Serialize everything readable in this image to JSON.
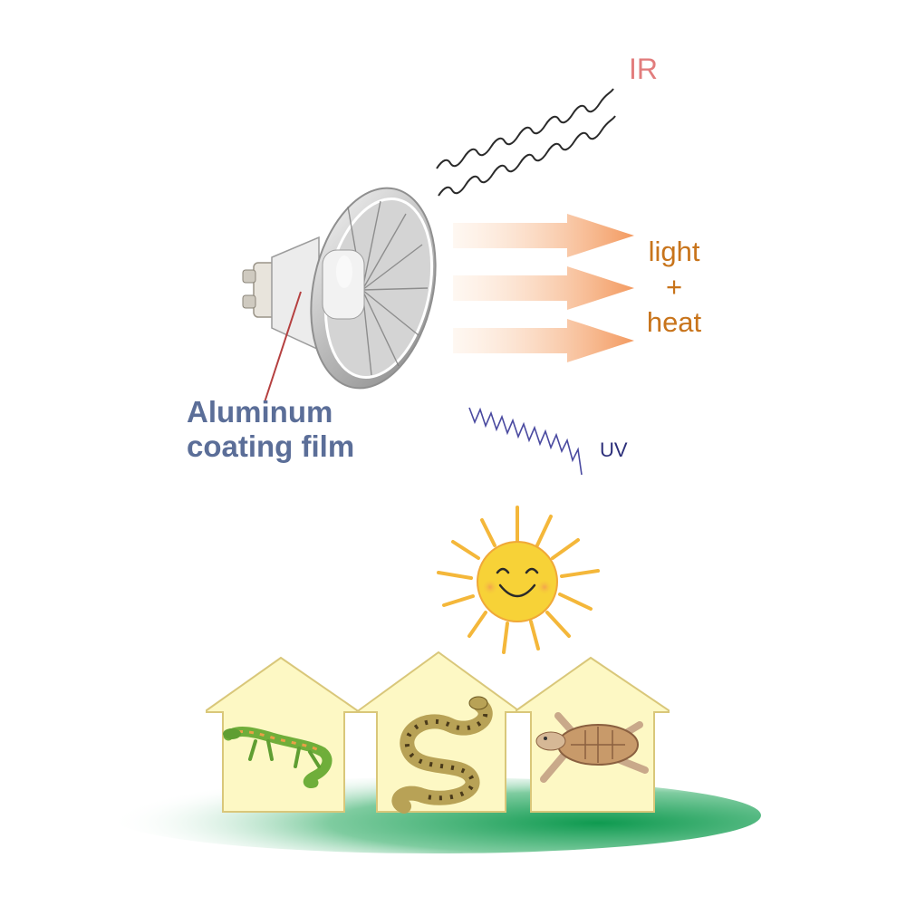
{
  "labels": {
    "ir": "IR",
    "light": "light",
    "plus": "+",
    "heat": "heat",
    "uv": "UV",
    "coating_line1": "Aluminum",
    "coating_line2": "coating film"
  },
  "colors": {
    "ir_text": "#e27d7d",
    "light_heat_text": "#c8741b",
    "uv_text": "#2c2f7a",
    "coating_text": "#5b6e98",
    "arrow": "#f2a06a",
    "sun": "#f7d237",
    "house_fill": "#fdf8c4",
    "house_stroke": "#d9c77a",
    "ground": "#1aa35a"
  },
  "icons": [
    "halogen-bulb-icon",
    "sun-icon",
    "lizard-icon",
    "snake-icon",
    "turtle-icon"
  ]
}
